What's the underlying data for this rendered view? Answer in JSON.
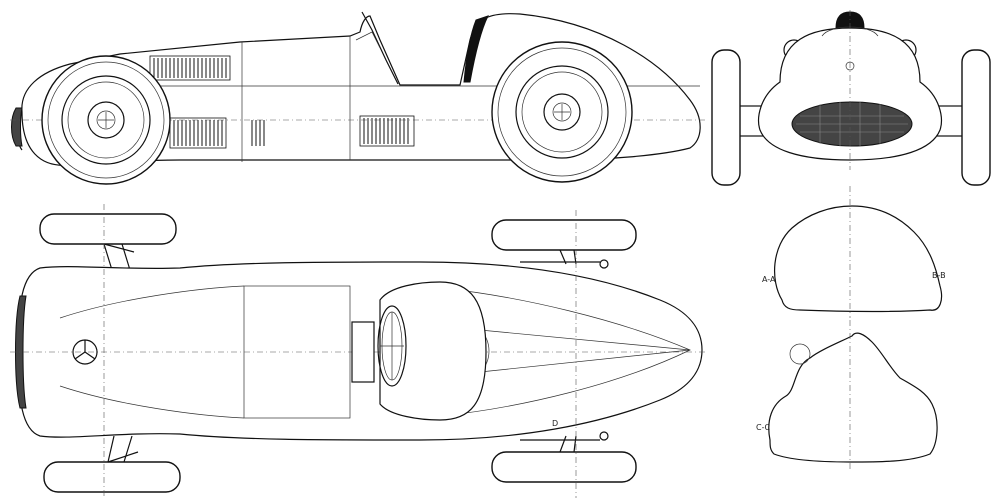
{
  "section_labels": {
    "aa": "A-A",
    "bb": "B-B",
    "cc": "C-C",
    "d": "D"
  }
}
